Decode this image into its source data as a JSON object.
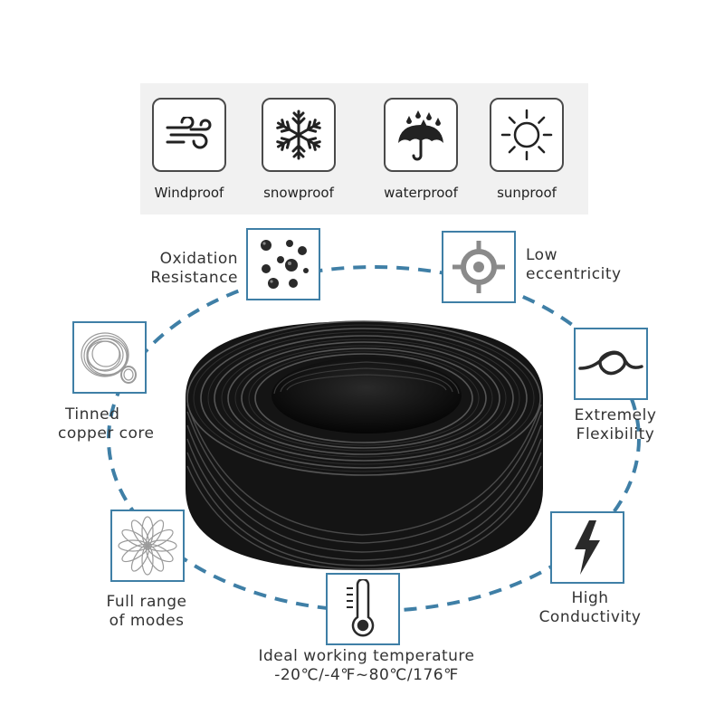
{
  "top_features": [
    {
      "label": "Windproof",
      "icon": "wind-icon"
    },
    {
      "label": "snowproof",
      "icon": "snowflake-icon"
    },
    {
      "label": "waterproof",
      "icon": "umbrella-rain-icon"
    },
    {
      "label": "sunproof",
      "icon": "sun-icon"
    }
  ],
  "features": {
    "oxidation": {
      "line1": "Oxidation",
      "line2": "Resistance",
      "icon": "dots-icon"
    },
    "eccentricity": {
      "line1": "Low",
      "line2": "eccentricity",
      "icon": "target-icon"
    },
    "copper": {
      "line1": "Tinned",
      "line2": "copper core",
      "icon": "wire-coil-icon"
    },
    "flexibility": {
      "line1": "Extremely",
      "line2": "Flexibility",
      "icon": "knot-icon"
    },
    "modes": {
      "line1": "Full range",
      "line2": "of modes",
      "icon": "flower-wire-icon"
    },
    "conductivity": {
      "line1": "High",
      "line2": "Conductivity",
      "icon": "lightning-icon"
    },
    "temperature": {
      "line1": "Ideal working temperature",
      "line2": "-20℃/-4℉~80℃/176℉",
      "icon": "thermometer-icon"
    }
  },
  "colors": {
    "accent": "#3f7fa6",
    "panel": "#f1f1f1",
    "cable": "#1c1c1c"
  }
}
